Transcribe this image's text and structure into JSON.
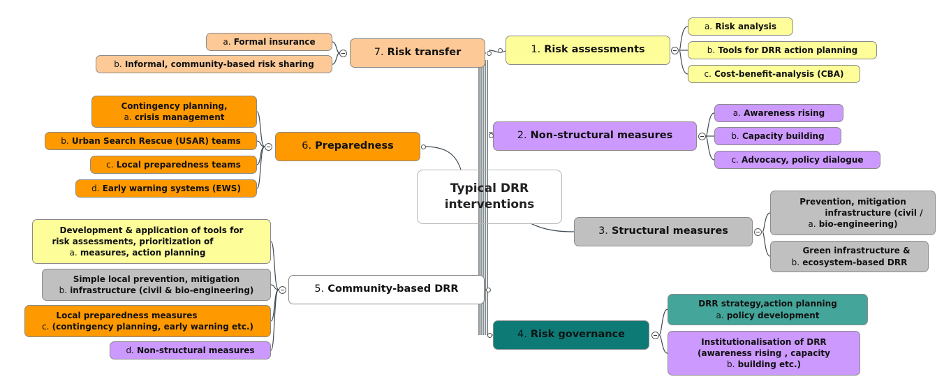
{
  "center": {
    "line1": "Typical DRR",
    "line2": "interventions"
  },
  "colors": {
    "yellow": "#fdfd9a",
    "purple": "#cc99ff",
    "gray": "#c0c0c0",
    "teal_dark": "#0e7a76",
    "teal_light": "#44a59a",
    "orange": "#ff9900",
    "peach": "#fdc997",
    "white": "#ffffff",
    "line": "#3d4a52"
  },
  "branches": {
    "risk_assessments": {
      "num": "1.",
      "label": "Risk assessments",
      "items": [
        {
          "letter": "a.",
          "text": "Risk analysis"
        },
        {
          "letter": "b.",
          "text": "Tools for  DRR action planning"
        },
        {
          "letter": "c.",
          "text": "Cost-benefit-analysis (CBA)"
        }
      ]
    },
    "non_structural": {
      "num": "2.",
      "label": "Non-structural measures",
      "items": [
        {
          "letter": "a.",
          "text": "Awareness rising"
        },
        {
          "letter": "b.",
          "text": "Capacity building"
        },
        {
          "letter": "c.",
          "text": "Advocacy, policy dialogue"
        }
      ]
    },
    "structural": {
      "num": "3.",
      "label": "Structural measures",
      "items": [
        {
          "letter": "a.",
          "lines": [
            "Prevention, mitigation",
            "infrastructure (civil /",
            "bio-engineering)"
          ]
        },
        {
          "letter": "b.",
          "lines": [
            "Green infrastructure &",
            "ecosystem-based DRR"
          ]
        }
      ]
    },
    "risk_governance": {
      "num": "4.",
      "label": "Risk governance",
      "items": [
        {
          "letter": "a.",
          "lines": [
            "DRR strategy,action planning",
            "policy development"
          ]
        },
        {
          "letter": "b.",
          "lines": [
            "Institutionalisation of DRR",
            "(awareness rising , capacity",
            "building etc.)"
          ]
        }
      ]
    },
    "community": {
      "num": "5.",
      "label": "Community-based DRR",
      "items": [
        {
          "letter": "a.",
          "lines": [
            "Development & application of tools for",
            "risk assessments,  prioritization of",
            "measures, action planning"
          ]
        },
        {
          "letter": "b.",
          "lines": [
            "Simple local prevention, mitigation",
            "infrastructure (civil & bio-engineering)"
          ]
        },
        {
          "letter": "c.",
          "lines": [
            "Local preparedness measures",
            "(contingency planning, early warning etc.)"
          ]
        },
        {
          "letter": "d.",
          "text": "Non-structural measures"
        }
      ]
    },
    "preparedness": {
      "num": "6.",
      "label": "Preparedness",
      "items": [
        {
          "letter": "a.",
          "lines": [
            "Contingency planning,",
            "crisis management"
          ]
        },
        {
          "letter": "b.",
          "text": "Urban Search Rescue (USAR) teams"
        },
        {
          "letter": "c.",
          "text": "Local preparedness teams"
        },
        {
          "letter": "d.",
          "text": "Early warning systems (EWS)"
        }
      ]
    },
    "risk_transfer": {
      "num": "7.",
      "label": "Risk transfer",
      "items": [
        {
          "letter": "a.",
          "text": "Formal insurance"
        },
        {
          "letter": "b.",
          "text": "Informal, community-based  risk sharing"
        }
      ]
    }
  }
}
